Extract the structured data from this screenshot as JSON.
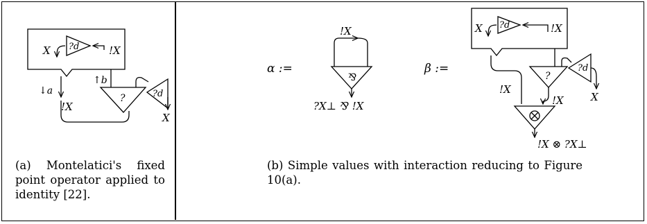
{
  "panel_a": {
    "labels": {
      "x_left": "X",
      "q_d_top": "?d",
      "bang_x_top": "!X",
      "down_a": "↓a",
      "up_b": "↑b",
      "bang_x_mid": "!X",
      "query": "?",
      "q_d_right": "?d",
      "x_out": "X"
    },
    "caption": "(a) Montelatici's fixed point operator applied to identity [22]."
  },
  "panel_b": {
    "alpha_label": "α :=",
    "alpha_top": "!X",
    "alpha_par": "⅋",
    "alpha_out": "?X⊥ ⅋ !X",
    "beta_label": "β :=",
    "beta_labels": {
      "x_left": "X",
      "q_d_box": "?d",
      "bang_x_box": "!X",
      "query": "?",
      "q_d_right": "?d",
      "x_out": "X",
      "bang_x_left": "!X",
      "bang_x_right": "!X",
      "tensor": "⊗",
      "tensor_out": "!X ⊗ ?X⊥"
    },
    "caption": "(b) Simple values with interaction reducing to Figure 10(a)."
  }
}
